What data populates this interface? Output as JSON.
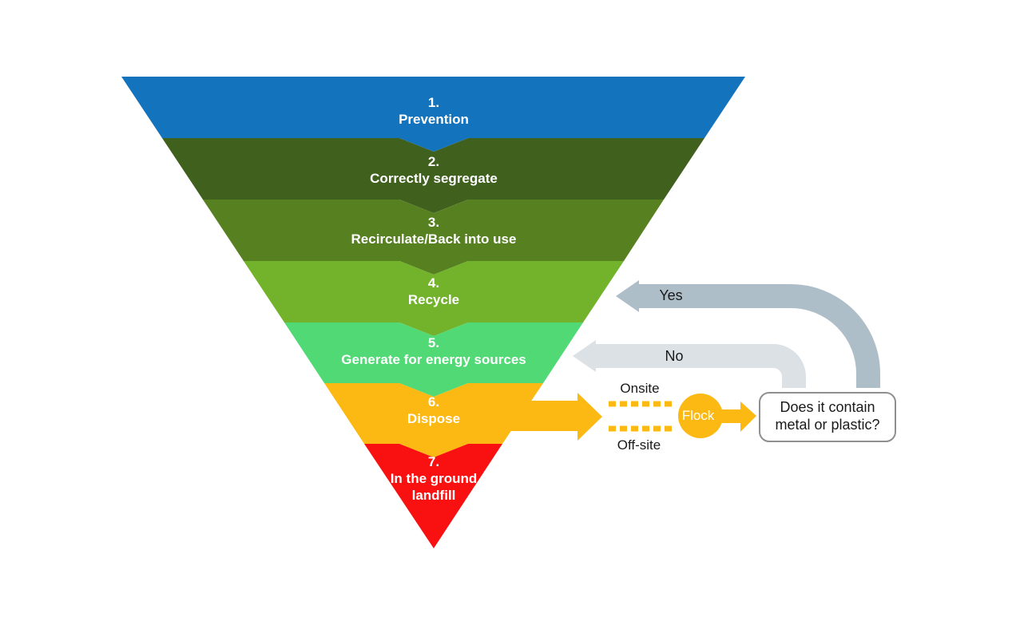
{
  "funnel": {
    "levels": [
      {
        "number": "1.",
        "label": "Prevention",
        "color": "#1374BD"
      },
      {
        "number": "2.",
        "label": "Correctly segregate",
        "color": "#40601E"
      },
      {
        "number": "3.",
        "label": "Recirculate/Back into use",
        "color": "#578121"
      },
      {
        "number": "4.",
        "label": "Recycle",
        "color": "#73B32B"
      },
      {
        "number": "5.",
        "label": "Generate for energy sources",
        "color": "#50D975"
      },
      {
        "number": "6.",
        "label": "Dispose",
        "color": "#FCB813"
      },
      {
        "number": "7.",
        "label": "In the ground landfill",
        "label_lines": [
          "In the ground",
          "landfill"
        ],
        "color": "#F91111"
      }
    ]
  },
  "flow": {
    "yes_label": "Yes",
    "no_label": "No",
    "onsite_label": "Onsite",
    "offsite_label": "Off-site",
    "flock_label": "Flock",
    "question_line1": "Does it contain",
    "question_line2": "metal or plastic?",
    "colors": {
      "yes_arrow": "#AEBEC8",
      "no_arrow": "#DCE1E5",
      "orange": "#FCB813",
      "question_border": "#8F8F8F",
      "question_fill": "#FFFFFF"
    }
  }
}
